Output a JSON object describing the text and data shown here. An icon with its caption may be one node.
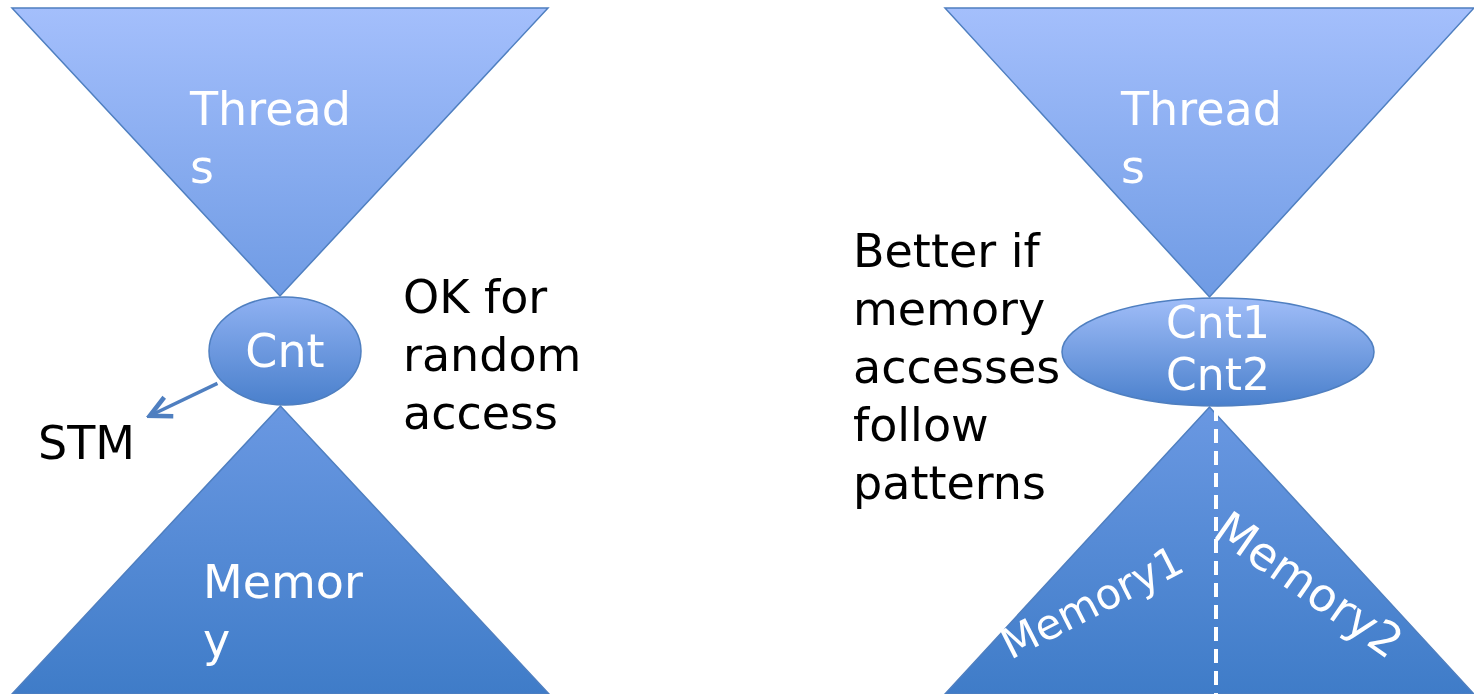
{
  "diagram": {
    "nodes": [
      {
        "text": [
          "Threads"
        ]
      },
      {
        "text": [
          "Cnt"
        ]
      },
      {
        "text": [
          "Memory"
        ]
      },
      {
        "text": [
          "STM"
        ]
      },
      {
        "text": [
          "Threads"
        ]
      },
      {
        "text": [
          "Cnt1",
          "Cnt2"
        ]
      },
      {
        "text": [
          "Memory1",
          "Memory2"
        ]
      }
    ],
    "edges": [
      {
        "from": 1,
        "to": 3,
        "arrow": "to"
      }
    ],
    "labels": [
      "OK for random access",
      "Better if memory accesses follow patterns"
    ]
  }
}
